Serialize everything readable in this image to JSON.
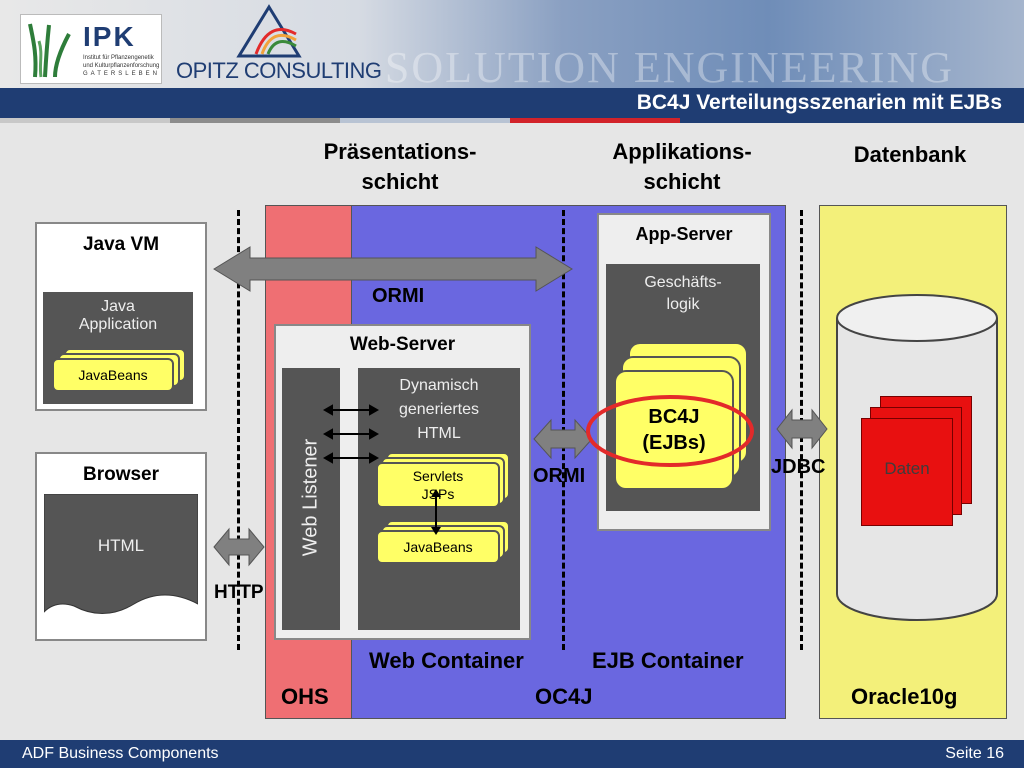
{
  "header": {
    "title": "BC4J Verteilungsszenarien mit EJBs",
    "ipk_logo": "IPK",
    "ipk_subtitle_1": "Institut für Pflanzengenetik",
    "ipk_subtitle_2": "und Kulturpflanzenforschung",
    "ipk_subtitle_3": "GATERSLEBEN",
    "opitz_logo": "OPITZ CONSULTING",
    "watermark": "SOLUTION ENGINEERING"
  },
  "columns": {
    "praesentation_1": "Präsentations-",
    "praesentation_2": "schicht",
    "applikation_1": "Applikations-",
    "applikation_2": "schicht",
    "datenbank": "Datenbank"
  },
  "java_vm": {
    "title": "Java VM",
    "app_1": "Java",
    "app_2": "Application",
    "beans": "JavaBeans"
  },
  "browser": {
    "title": "Browser",
    "html": "HTML"
  },
  "labels": {
    "ormi_top": "ORMI",
    "ormi_mid": "ORMI",
    "jdbc": "JDBC",
    "http": "HTTP"
  },
  "web_server": {
    "title": "Web-Server",
    "listener": "Web Listener",
    "dyn_1": "Dynamisch",
    "dyn_2": "generiertes",
    "dyn_3": "HTML",
    "servlets_1": "Servlets",
    "servlets_2": "JSPs",
    "beans": "JavaBeans"
  },
  "app_server": {
    "title": "App-Server",
    "logic_1": "Geschäfts-",
    "logic_2": "logik",
    "bc4j_1": "BC4J",
    "bc4j_2": "(EJBs)"
  },
  "database": {
    "daten": "Daten"
  },
  "containers": {
    "web": "Web Container",
    "ejb": "EJB Container",
    "ohs": "OHS",
    "oc4j": "OC4J",
    "oracle": "Oracle10g"
  },
  "footer": {
    "left": "ADF Business Components",
    "right": "Seite 16"
  },
  "colors": {
    "ohs": "#ef6f73",
    "oc4j": "#6a67e0",
    "oracle": "#f3f07a",
    "yellow": "#ffff66",
    "highlight": "#e32a2a",
    "navy": "#1f3d73"
  }
}
